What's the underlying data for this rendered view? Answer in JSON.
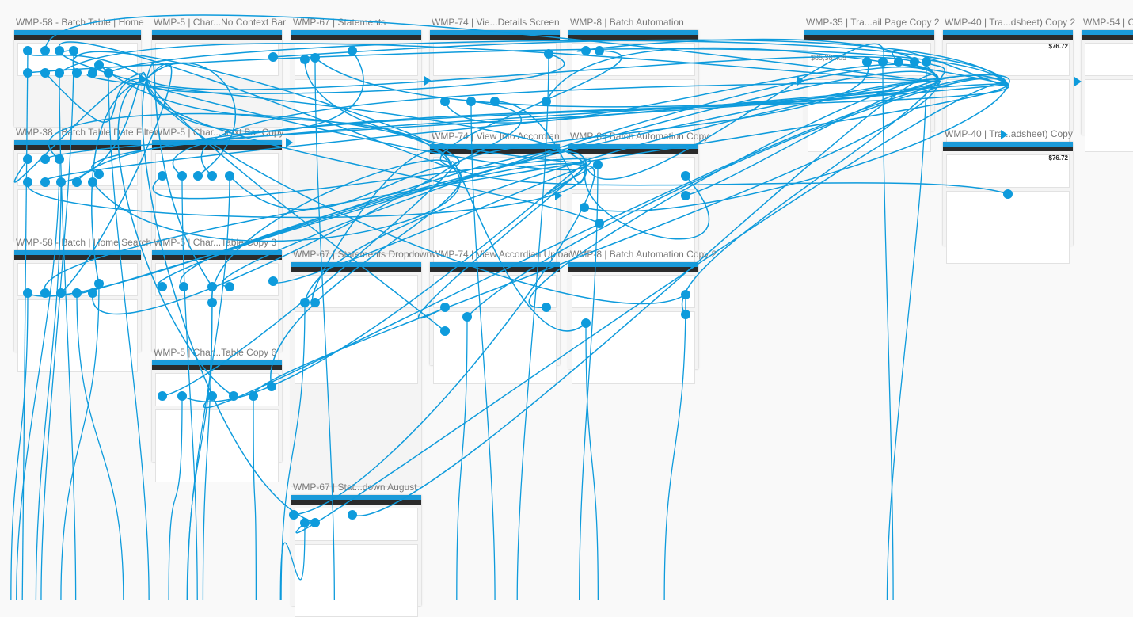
{
  "artboards": [
    {
      "title": "WMP-58 - Batch Table | Home"
    },
    {
      "title": "WMP-38 - Batch Table Date Filter"
    },
    {
      "title": "WMP-58 - Batch | Home Search"
    },
    {
      "title": "WMP-5 | Char...No Context Bar"
    },
    {
      "title": "WMP-5 | Char...ntext Bar Copy"
    },
    {
      "title": "WMP-5 | Char...Table  Copy 3"
    },
    {
      "title": "WMP-5 | Char...Table  Copy 6"
    },
    {
      "title": "WMP-67 | Statements"
    },
    {
      "title": "WMP-67 | Statements Dropdown"
    },
    {
      "title": "WMP-67 | Stat...down August"
    },
    {
      "title": "WMP-74 | Vie...Details Screen"
    },
    {
      "title": "WMP-74 | View Into Accordian"
    },
    {
      "title": "WMP-74 | View Accordian Upload"
    },
    {
      "title": "WMP-8 | Batch Automation"
    },
    {
      "title": "WMP-8 | Batch Automation Copy"
    },
    {
      "title": "WMP-8 | Batch Automation Copy 2"
    },
    {
      "title": "WMP-35 | Tra...ail Page Copy 2",
      "amount": "$85,381.05"
    },
    {
      "title": "WMP-40 | Tra...dsheet) Copy 2",
      "amount": "$76.72"
    },
    {
      "title": "WMP-40 | Tra...adsheet) Copy",
      "amount": "$76.72"
    },
    {
      "title": "WMP-54 | C"
    }
  ],
  "colors": {
    "link": "#0e9bdc",
    "header": "#1a9ad9",
    "nav": "#2b2b2b"
  }
}
